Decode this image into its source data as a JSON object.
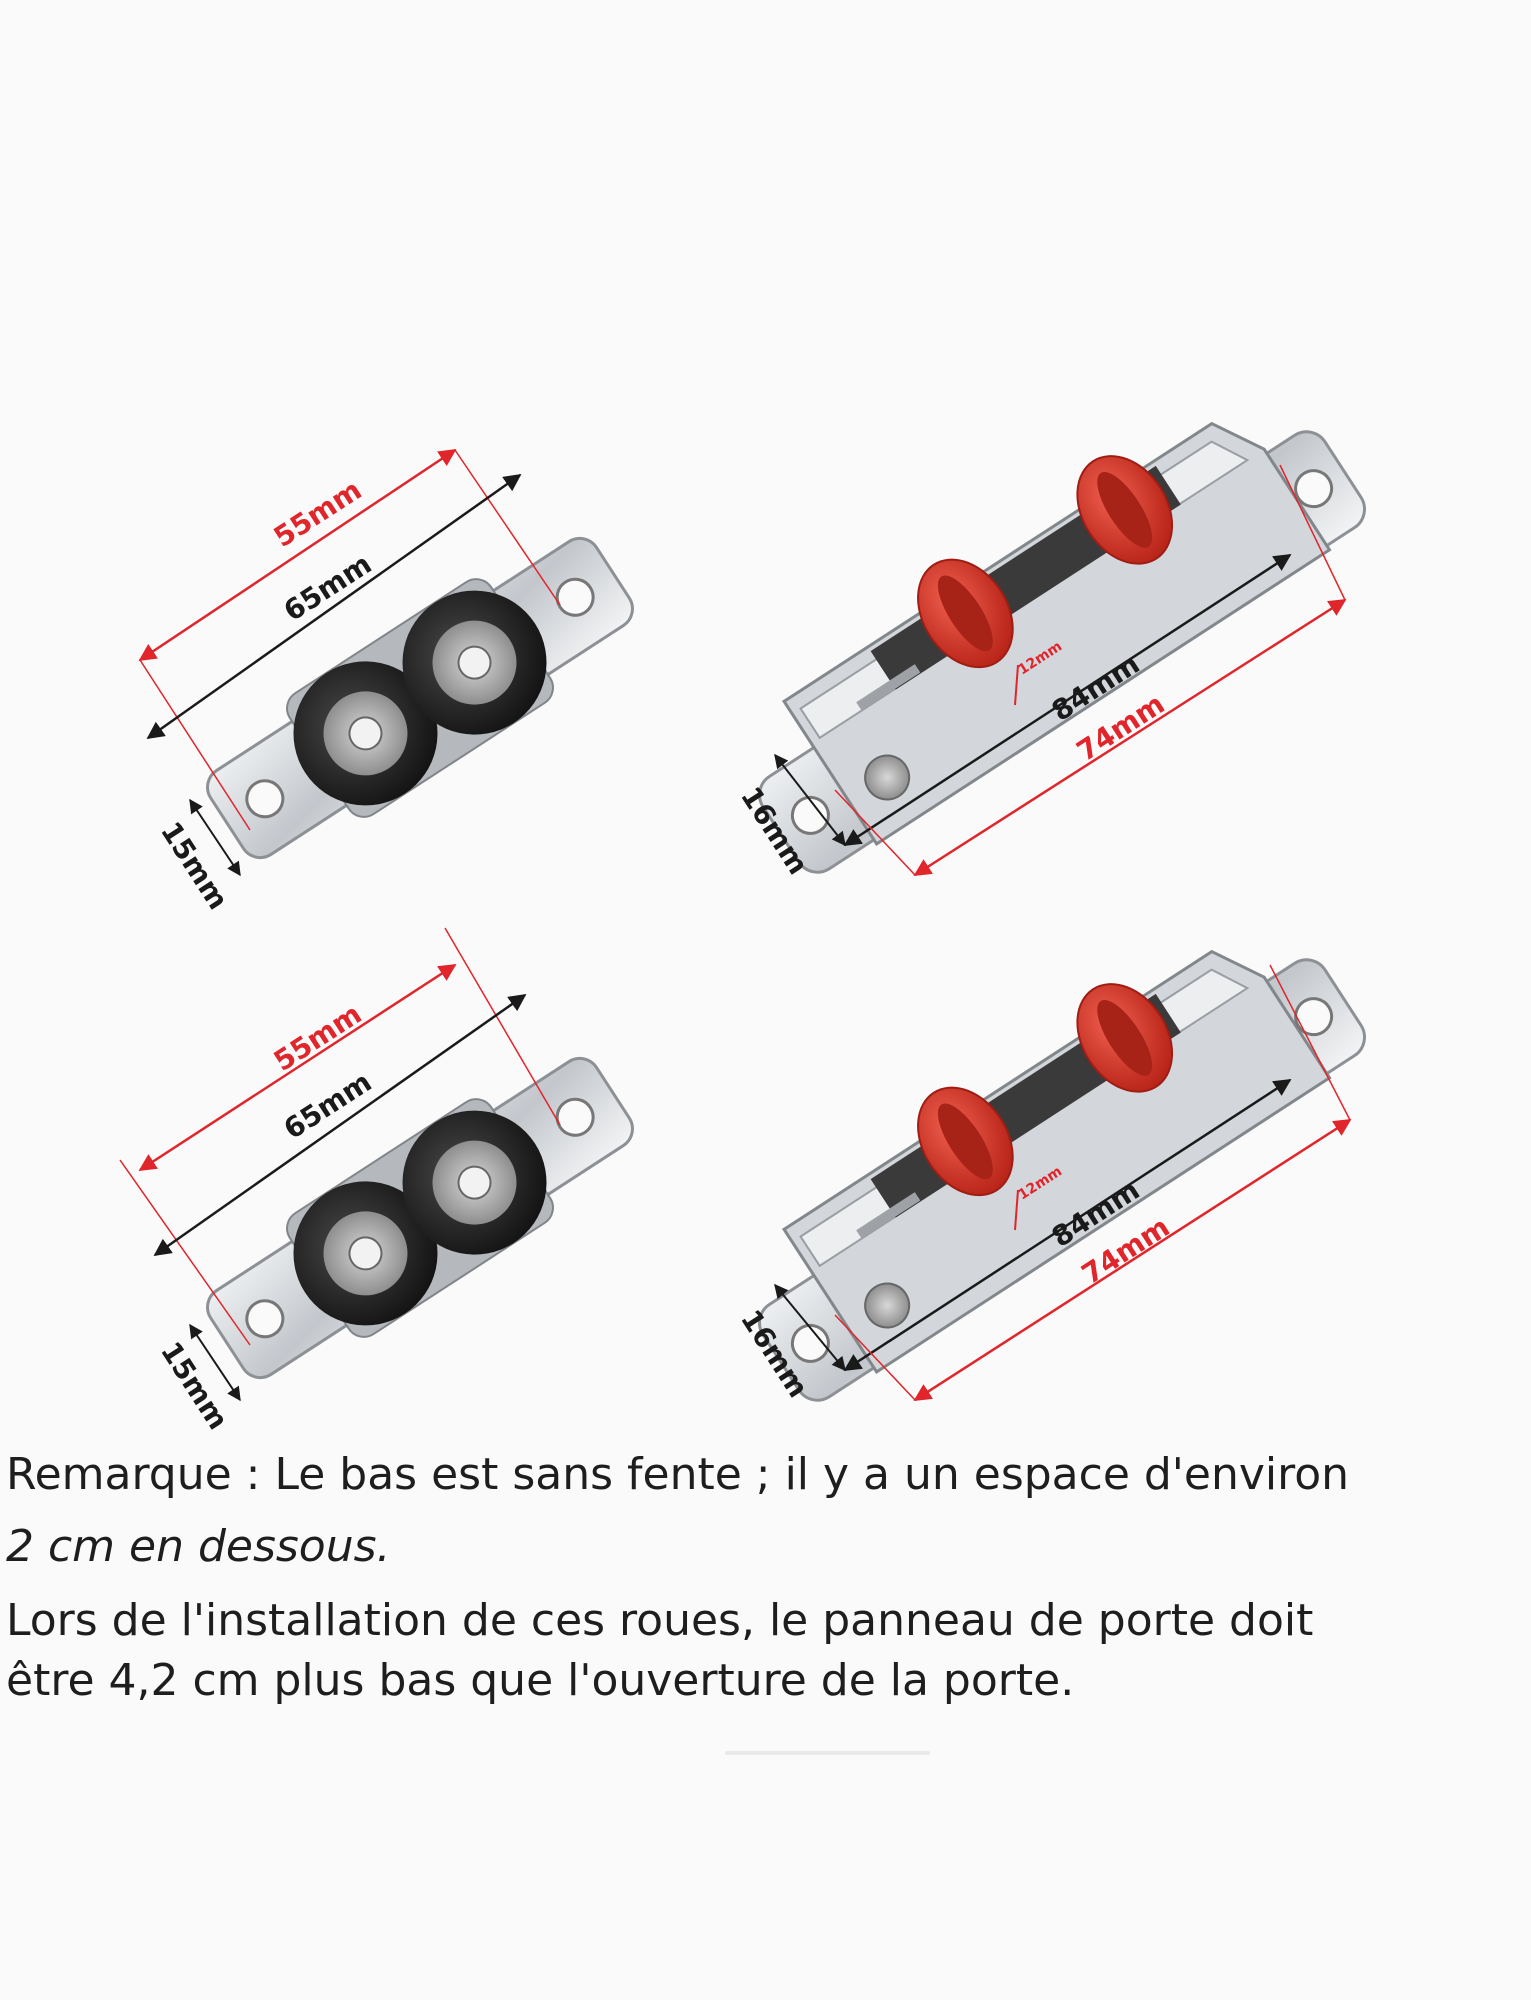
{
  "colors": {
    "background": "#fafafa",
    "dimension_red": "#e0252b",
    "dimension_black": "#1a1a1a",
    "wheel_red": "#d9352a",
    "wheel_black": "#202020",
    "steel": "#c9ccd0"
  },
  "rollers": [
    {
      "kind": "black-wheel-roller",
      "dim_red": "55mm",
      "dim_black": "65mm",
      "dim_width": "15mm"
    },
    {
      "kind": "red-wheel-roller",
      "dim_black": "84mm",
      "dim_red": "74mm",
      "dim_width": "16mm",
      "dim_small": "12mm"
    },
    {
      "kind": "black-wheel-roller",
      "dim_red": "55mm",
      "dim_black": "65mm",
      "dim_width": "15mm"
    },
    {
      "kind": "red-wheel-roller",
      "dim_black": "84mm",
      "dim_red": "74mm",
      "dim_width": "16mm",
      "dim_small": "12mm"
    }
  ],
  "notes": {
    "remark": "Remarque : Le bas est sans fente ; il y a un espace d'environ",
    "gap": "2 cm en dessous.",
    "install_line1": "Lors de l'installation de ces roues, le panneau de porte doit",
    "install_line2": "être 4,2 cm plus bas que l'ouverture de la porte."
  }
}
